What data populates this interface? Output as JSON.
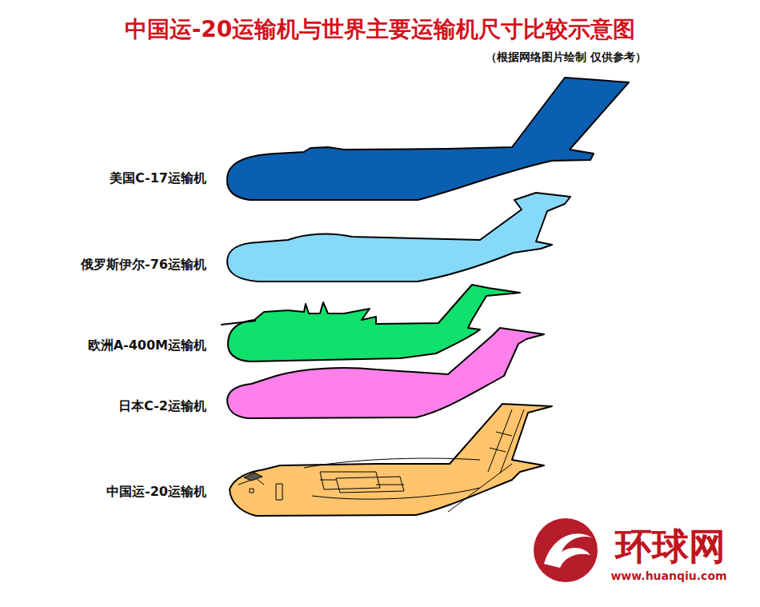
{
  "diagram": {
    "title": "中国运-20运输机与世界主要运输机尺寸比较示意图",
    "caption": "（根据网络图片绘制 仅供参考）",
    "labels": [
      "美国C-17运输机",
      "俄罗斯伊尔-76运输机",
      "欧洲A-400M运输机",
      "日本C-2运输机",
      "中国运-20运输机",
      "环球网",
      "www.huanqiu.com"
    ]
  }
}
